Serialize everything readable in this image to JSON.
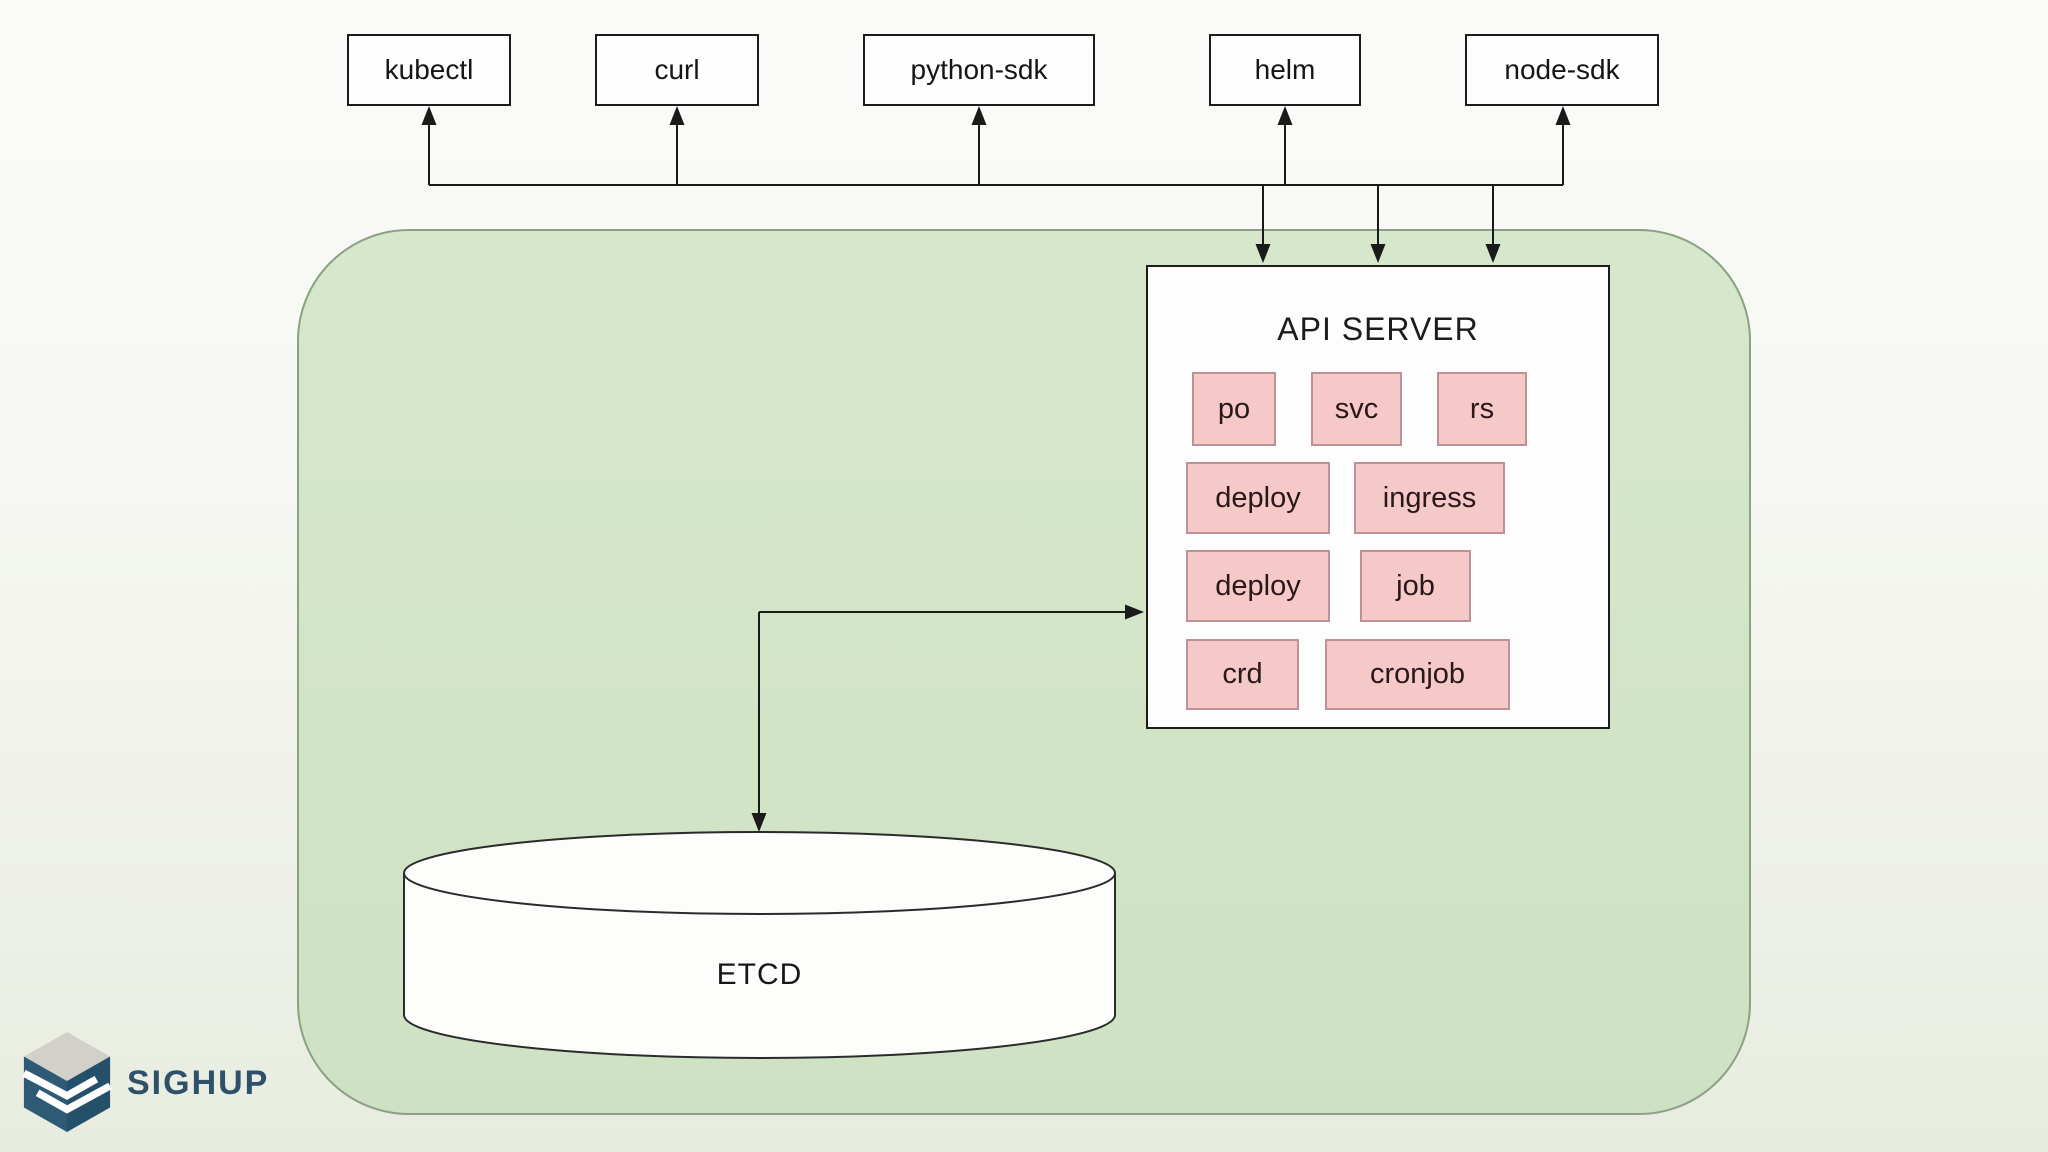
{
  "diagram": {
    "clients": [
      {
        "label": "kubectl"
      },
      {
        "label": "curl"
      },
      {
        "label": "python-sdk"
      },
      {
        "label": "helm"
      },
      {
        "label": "node-sdk"
      }
    ],
    "api_server": {
      "title": "API SERVER",
      "resources": [
        {
          "label": "po"
        },
        {
          "label": "svc"
        },
        {
          "label": "rs"
        },
        {
          "label": "deploy"
        },
        {
          "label": "ingress"
        },
        {
          "label": "deploy"
        },
        {
          "label": "job"
        },
        {
          "label": "crd"
        },
        {
          "label": "cronjob"
        }
      ]
    },
    "etcd": {
      "label": "ETCD"
    }
  },
  "branding": {
    "logo_text": "SIGHUP"
  },
  "colors": {
    "cluster_fill": "#d4e5c9",
    "cluster_border": "#8ba184",
    "client_box_fill": "#fefefe",
    "client_box_border": "#1c1c1c",
    "api_box_fill": "#fdfdfd",
    "api_box_border": "#1c1c1c",
    "resource_fill": "#f6c9c9",
    "resource_border": "#bd9198",
    "connector": "#1a1a1a",
    "logo_blue": "#2e5068",
    "logo_top_gray": "#d3d0ca",
    "background_top": "#fbfbf9",
    "background_bottom": "#e8ece0"
  }
}
